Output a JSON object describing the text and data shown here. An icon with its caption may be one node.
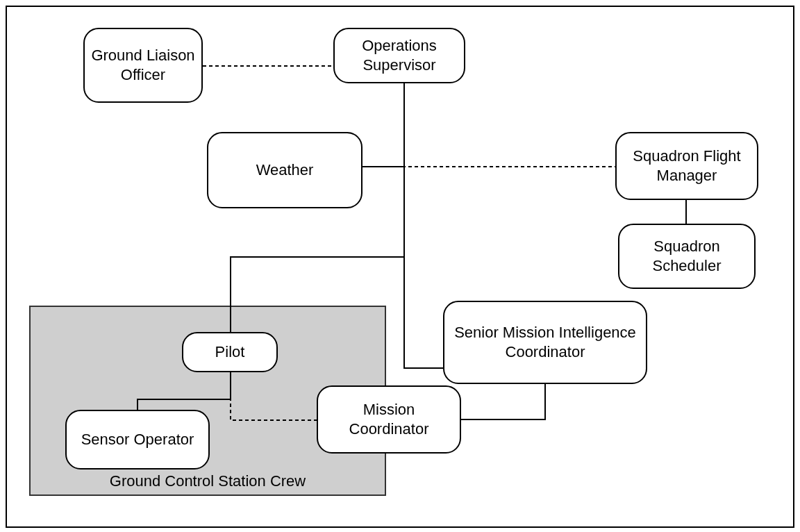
{
  "diagram": {
    "nodes": [
      {
        "text": [
          "Ground Liaison Officer"
        ]
      },
      {
        "text": [
          "Operations Supervisor"
        ]
      },
      {
        "text": [
          "Weather"
        ]
      },
      {
        "text": [
          "Squadron Flight Manager"
        ]
      },
      {
        "text": [
          "Squadron Scheduler"
        ]
      },
      {
        "text": [
          "Senior Mission Intelligence Coordinator"
        ]
      },
      {
        "text": [
          "Ground Control Station Crew"
        ]
      },
      {
        "text": [
          "Pilot"
        ],
        "in": 6
      },
      {
        "text": [
          "Mission Coordinator"
        ]
      },
      {
        "text": [
          "Sensor Operator"
        ],
        "in": 6
      }
    ],
    "edges": [
      {
        "from": 0,
        "to": 1,
        "arrow": "none",
        "style": "dashed"
      },
      {
        "from": 1,
        "to": 2,
        "arrow": "none"
      },
      {
        "from": 1,
        "to": 3,
        "arrow": "none",
        "style": "dashed"
      },
      {
        "from": 3,
        "to": 4,
        "arrow": "none"
      },
      {
        "from": 1,
        "to": 7,
        "arrow": "none"
      },
      {
        "from": 1,
        "to": 5,
        "arrow": "none"
      },
      {
        "from": 7,
        "to": 9,
        "arrow": "none"
      },
      {
        "from": 7,
        "to": 8,
        "arrow": "none",
        "style": "dashed"
      },
      {
        "from": 5,
        "to": 8,
        "arrow": "none"
      }
    ]
  }
}
